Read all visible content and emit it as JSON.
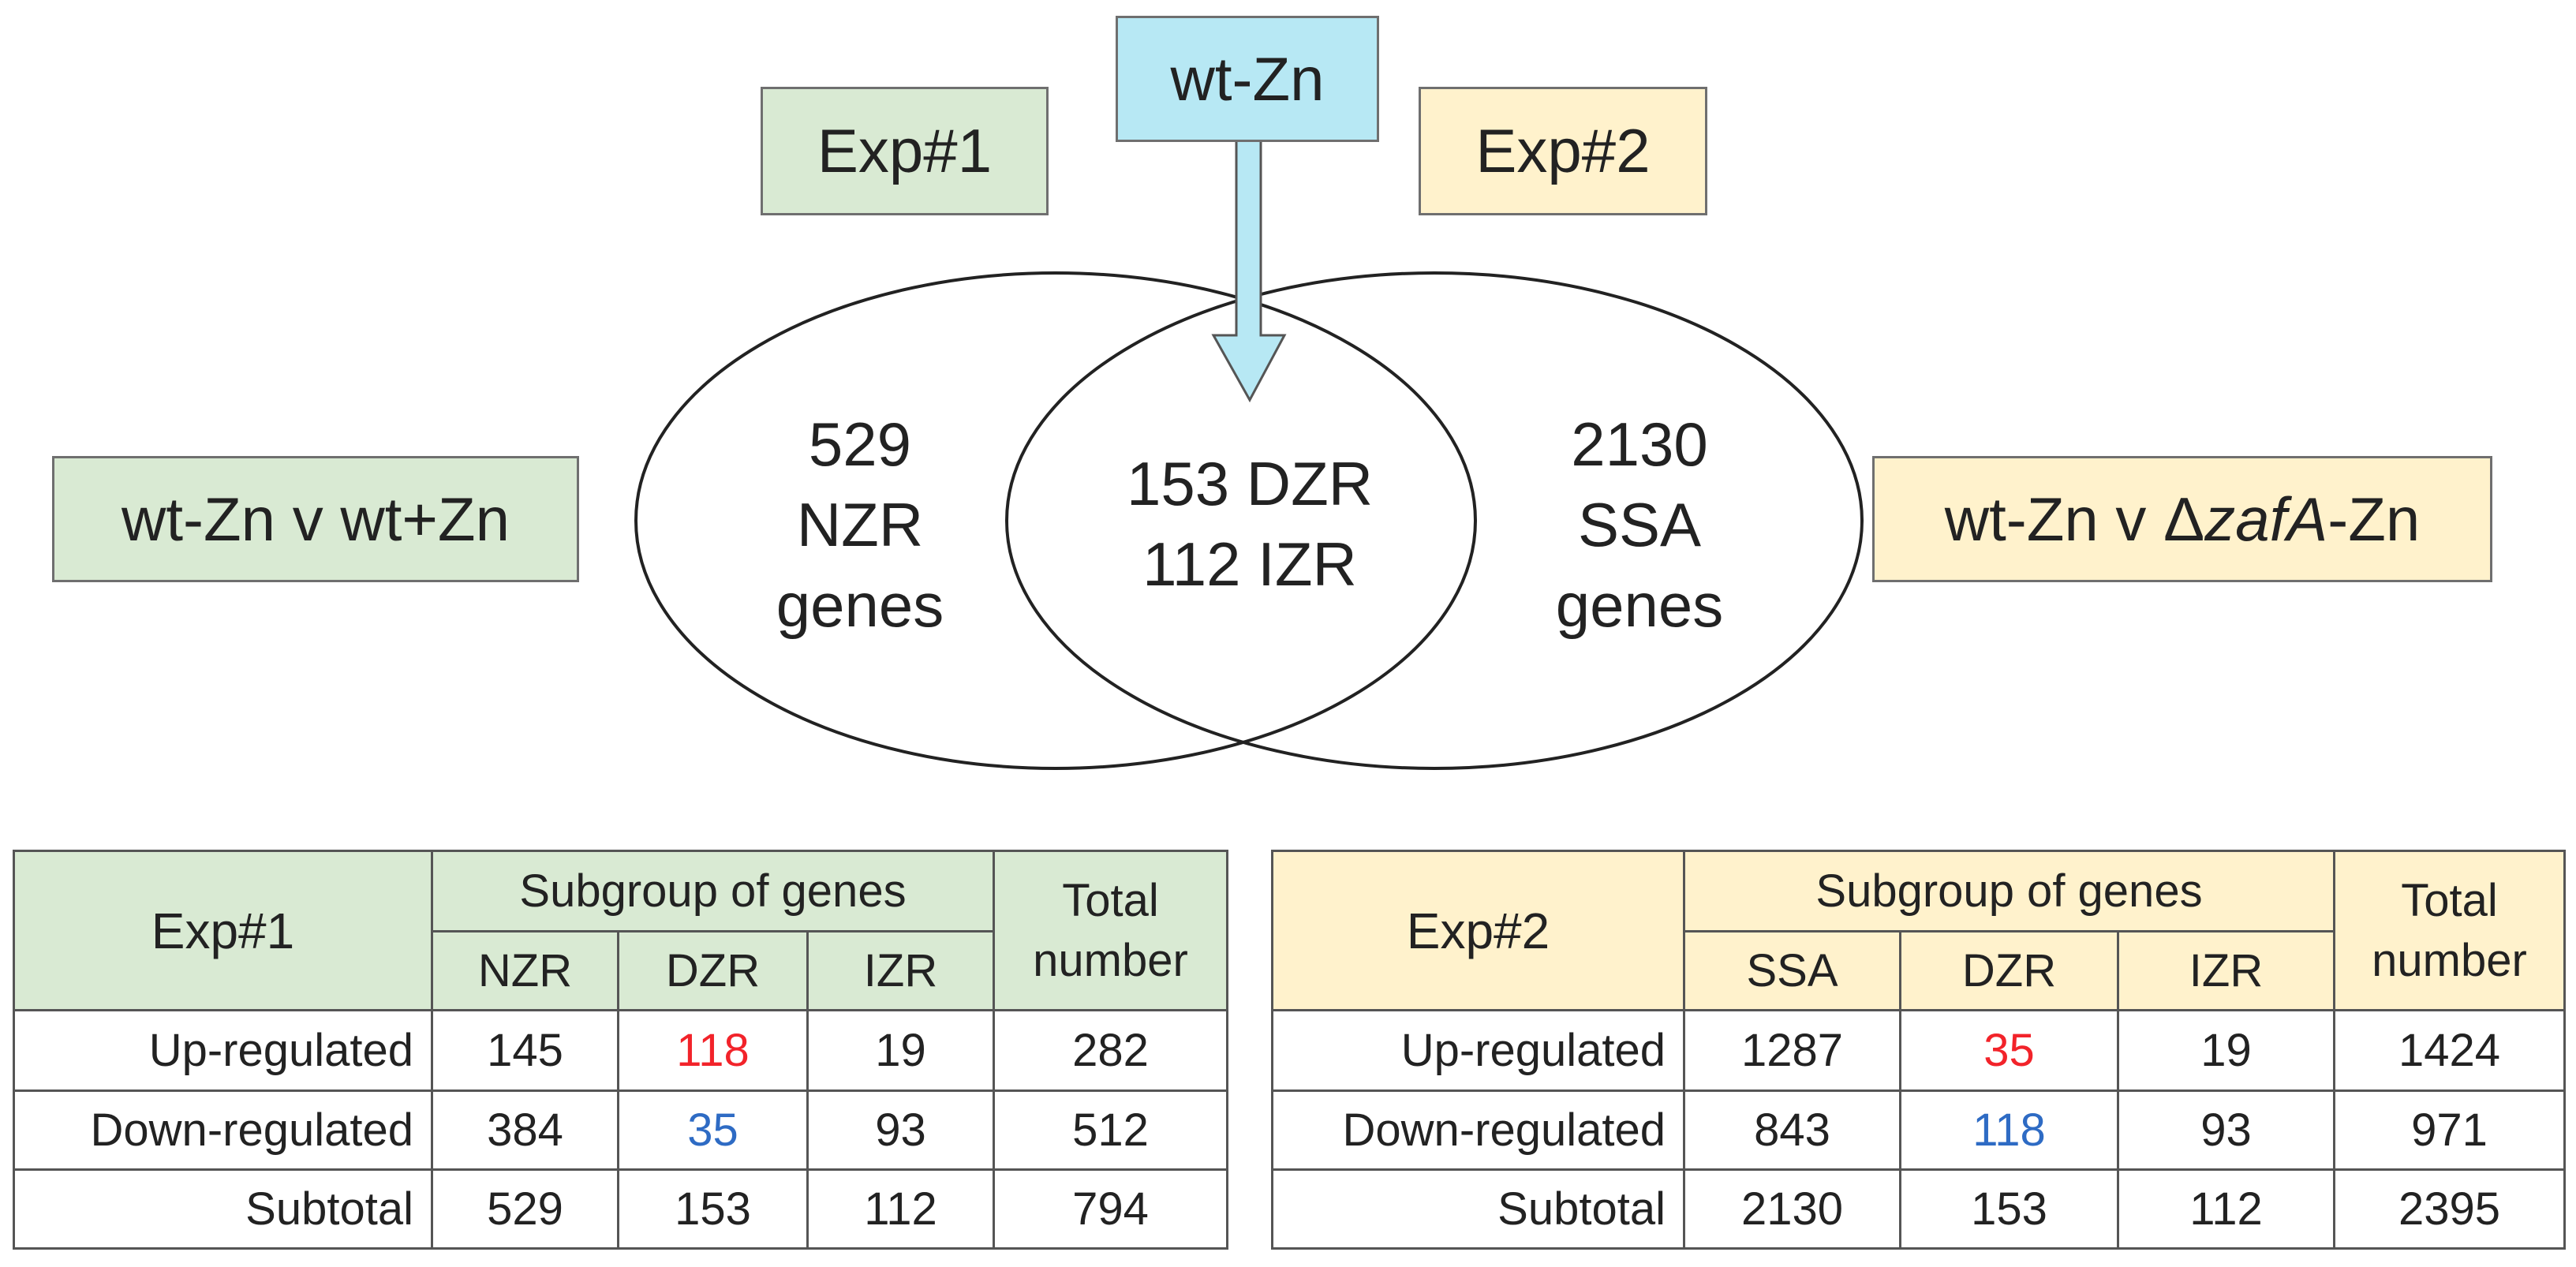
{
  "labels": {
    "wt_zn": "wt-Zn",
    "exp1": "Exp#1",
    "exp2": "Exp#2",
    "left_comparison": "wt-Zn v wt+Zn",
    "right_comparison_prefix": "wt-Zn v Δ",
    "right_comparison_italic": "zafA",
    "right_comparison_suffix": "-Zn"
  },
  "venn": {
    "left": [
      "529",
      "NZR",
      "genes"
    ],
    "center": [
      "153 DZR",
      "112 IZR"
    ],
    "right": [
      "2130",
      "SSA",
      "genes"
    ]
  },
  "colors": {
    "exp1": "#d9ead3",
    "exp2": "#fff2cc",
    "wt_zn": "#b7e8f4",
    "up_highlight": "#f2232a",
    "down_highlight": "#2e6bc4"
  },
  "table1": {
    "title": "Exp#1",
    "subgroup_header": "Subgroup of genes",
    "total_header": [
      "Total",
      "number"
    ],
    "columns": [
      "NZR",
      "DZR",
      "IZR"
    ],
    "rows": [
      {
        "label": "Up-regulated",
        "values": [
          "145",
          "118",
          "19"
        ],
        "total": "282"
      },
      {
        "label": "Down-regulated",
        "values": [
          "384",
          "35",
          "93"
        ],
        "total": "512"
      },
      {
        "label": "Subtotal",
        "values": [
          "529",
          "153",
          "112"
        ],
        "total": "794"
      }
    ]
  },
  "table2": {
    "title": "Exp#2",
    "subgroup_header": "Subgroup of genes",
    "total_header": [
      "Total",
      "number"
    ],
    "columns": [
      "SSA",
      "DZR",
      "IZR"
    ],
    "rows": [
      {
        "label": "Up-regulated",
        "values": [
          "1287",
          "35",
          "19"
        ],
        "total": "1424"
      },
      {
        "label": "Down-regulated",
        "values": [
          "843",
          "118",
          "93"
        ],
        "total": "971"
      },
      {
        "label": "Subtotal",
        "values": [
          "2130",
          "153",
          "112"
        ],
        "total": "2395"
      }
    ]
  }
}
